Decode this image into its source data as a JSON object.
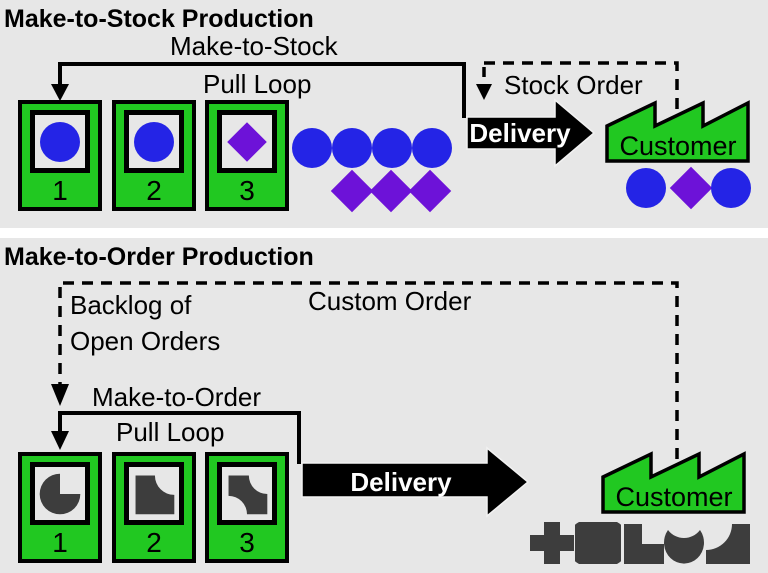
{
  "colors": {
    "bg": "#e7e7e7",
    "green": "#21c821",
    "blue": "#2424e6",
    "purple": "#6d12d8",
    "gray-part": "#3d3d3d",
    "line": "#000000"
  },
  "mts": {
    "title": "Make-to-Stock Production",
    "flow_label": "Make-to-Stock",
    "pull_loop_label": "Pull Loop",
    "stock_order_label": "Stock Order",
    "delivery_label": "Delivery",
    "customer_label": "Customer",
    "stations": [
      {
        "number": "1",
        "part": "blue-circle"
      },
      {
        "number": "2",
        "part": "blue-circle"
      },
      {
        "number": "3",
        "part": "purple-diamond"
      }
    ],
    "queue": {
      "circle_count": 4,
      "diamond_count": 3
    },
    "customer_products": [
      "blue-circle",
      "purple-diamond",
      "blue-circle"
    ]
  },
  "mto": {
    "title": "Make-to-Order Production",
    "backlog_line1": "Backlog of",
    "backlog_line2": "Open Orders",
    "custom_order_label": "Custom Order",
    "flow_label": "Make-to-Order",
    "pull_loop_label": "Pull Loop",
    "delivery_label": "Delivery",
    "customer_label": "Customer",
    "stations": [
      {
        "number": "1",
        "part": "quarter-cut-disc"
      },
      {
        "number": "2",
        "part": "corner-notched-block"
      },
      {
        "number": "3",
        "part": "s-block"
      }
    ],
    "customer_products": [
      "plus-part",
      "spool-part",
      "l-block-part",
      "notched-blob-part",
      "corner-cut-block-part"
    ]
  }
}
